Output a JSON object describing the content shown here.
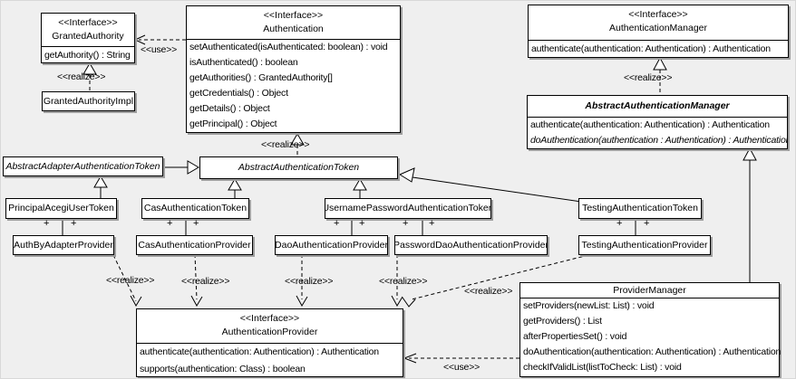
{
  "diagram": {
    "type": "uml-class-diagram",
    "background_color": "#efefef",
    "box_fill": "#ffffff",
    "line_color": "#000000"
  },
  "classes": {
    "granted_authority": {
      "stereotype": "<<Interface>>",
      "name": "GrantedAuthority",
      "methods": [
        "getAuthority() : String"
      ]
    },
    "granted_authority_impl": {
      "name": "GrantedAuthorityImpl"
    },
    "authentication": {
      "stereotype": "<<Interface>>",
      "name": "Authentication",
      "methods": [
        "setAuthenticated(isAuthenticated: boolean) : void",
        "isAuthenticated() : boolean",
        "getAuthorities() : GrantedAuthority[]",
        "getCredentials() : Object",
        "getDetails() : Object",
        "getPrincipal() : Object"
      ]
    },
    "authentication_manager": {
      "stereotype": "<<Interface>>",
      "name": "AuthenticationManager",
      "methods": [
        "authenticate(authentication: Authentication) : Authentication"
      ]
    },
    "abstract_authentication_manager": {
      "name": "AbstractAuthenticationManager",
      "methods": [
        "authenticate(authentication: Authentication) : Authentication",
        "doAuthentication(authentication : Authentication) : Authentication"
      ]
    },
    "abstract_adapter_authentication_token": {
      "name": "AbstractAdapterAuthenticationToken"
    },
    "abstract_authentication_token": {
      "name": "AbstractAuthenticationToken"
    },
    "principal_acegi_user_token": {
      "name": "PrincipalAcegiUserToken"
    },
    "cas_authentication_token": {
      "name": "CasAuthenticationToken"
    },
    "username_password_authentication_token": {
      "name": "UsernamePasswordAuthenticationToken"
    },
    "testing_authentication_token": {
      "name": "TestingAuthenticationToken"
    },
    "auth_by_adapter_provider": {
      "name": "AuthByAdapterProvider"
    },
    "cas_authentication_provider": {
      "name": "CasAuthenticationProvider"
    },
    "dao_authentication_provider": {
      "name": "DaoAuthenticationProvider"
    },
    "password_dao_authentication_provider": {
      "name": "PasswordDaoAuthenticationProvider"
    },
    "testing_authentication_provider": {
      "name": "TestingAuthenticationProvider"
    },
    "authentication_provider": {
      "stereotype": "<<Interface>>",
      "name": "AuthenticationProvider",
      "methods": [
        "authenticate(authentication: Authentication) : Authentication",
        "supports(authentication: Class) : boolean"
      ]
    },
    "provider_manager": {
      "name": "ProviderManager",
      "methods": [
        "setProviders(newList: List) : void",
        "getProviders() : List",
        "afterPropertiesSet() : void",
        "doAuthentication(authentication: Authentication) : Authentication",
        "checkIfValidList(listToCheck: List) : void"
      ]
    }
  },
  "labels": {
    "use_granted_authority": "<<use>>",
    "use_provider_manager": "<<use>>",
    "realize_granted_authority": "<<realize>>",
    "realize_authentication": "<<realize>>",
    "realize_authentication_manager": "<<realize>>",
    "realize_auth_by_adapter": "<<realize>>",
    "realize_cas": "<<realize>>",
    "realize_dao": "<<realize>>",
    "realize_password_dao": "<<realize>>",
    "realize_testing": "<<realize>>",
    "plus": "+"
  },
  "relationships": [
    {
      "type": "use",
      "from": "Authentication",
      "to": "GrantedAuthority"
    },
    {
      "type": "realize",
      "from": "GrantedAuthorityImpl",
      "to": "GrantedAuthority"
    },
    {
      "type": "realize",
      "from": "AbstractAuthenticationToken",
      "to": "Authentication"
    },
    {
      "type": "realize",
      "from": "AbstractAuthenticationManager",
      "to": "AuthenticationManager"
    },
    {
      "type": "generalization",
      "from": "AbstractAdapterAuthenticationToken",
      "to": "AbstractAuthenticationToken"
    },
    {
      "type": "generalization",
      "from": "PrincipalAcegiUserToken",
      "to": "AbstractAdapterAuthenticationToken"
    },
    {
      "type": "generalization",
      "from": "CasAuthenticationToken",
      "to": "AbstractAuthenticationToken"
    },
    {
      "type": "generalization",
      "from": "UsernamePasswordAuthenticationToken",
      "to": "AbstractAuthenticationToken"
    },
    {
      "type": "generalization",
      "from": "TestingAuthenticationToken",
      "to": "AbstractAuthenticationToken"
    },
    {
      "type": "generalization",
      "from": "ProviderManager",
      "to": "AbstractAuthenticationManager"
    },
    {
      "type": "association",
      "from": "PrincipalAcegiUserToken",
      "to": "AuthByAdapterProvider"
    },
    {
      "type": "association",
      "from": "CasAuthenticationToken",
      "to": "CasAuthenticationProvider"
    },
    {
      "type": "association",
      "from": "UsernamePasswordAuthenticationToken",
      "to": "DaoAuthenticationProvider"
    },
    {
      "type": "association",
      "from": "UsernamePasswordAuthenticationToken",
      "to": "PasswordDaoAuthenticationProvider"
    },
    {
      "type": "association",
      "from": "TestingAuthenticationToken",
      "to": "TestingAuthenticationProvider"
    },
    {
      "type": "realize",
      "from": "AuthByAdapterProvider",
      "to": "AuthenticationProvider"
    },
    {
      "type": "realize",
      "from": "CasAuthenticationProvider",
      "to": "AuthenticationProvider"
    },
    {
      "type": "realize",
      "from": "DaoAuthenticationProvider",
      "to": "AuthenticationProvider"
    },
    {
      "type": "realize",
      "from": "PasswordDaoAuthenticationProvider",
      "to": "AuthenticationProvider"
    },
    {
      "type": "realize",
      "from": "TestingAuthenticationProvider",
      "to": "AuthenticationProvider"
    },
    {
      "type": "use",
      "from": "ProviderManager",
      "to": "AuthenticationProvider"
    }
  ]
}
